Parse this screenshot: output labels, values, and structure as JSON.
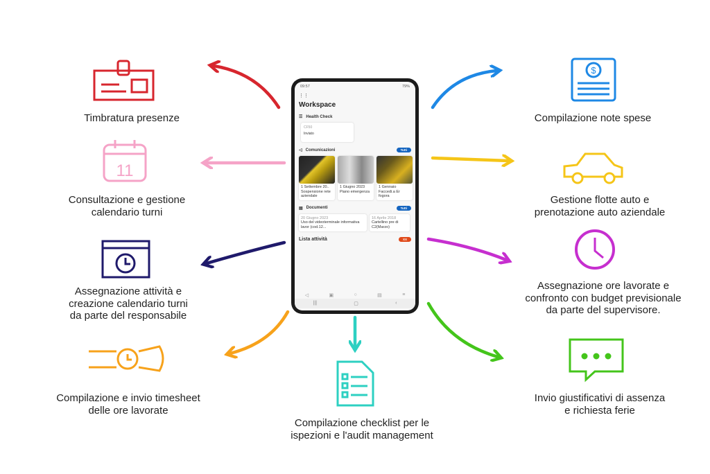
{
  "features": {
    "left": [
      {
        "label": [
          "Timbratura presenze"
        ],
        "color": "#d7262e",
        "icon": "badge-icon"
      },
      {
        "label": [
          "Consultazione e gestione",
          "calendario turni"
        ],
        "color": "#f5a3c7",
        "icon": "calendar-icon"
      },
      {
        "label": [
          "Assegnazione attività e",
          "creazione calendario turni",
          "da parte del responsabile"
        ],
        "color": "#1f1a6b",
        "icon": "monitor-clock-icon"
      },
      {
        "label": [
          "Compilazione e invio timesheet",
          "delle ore lavorate"
        ],
        "color": "#f7a21b",
        "icon": "wristwatch-icon"
      }
    ],
    "bottom": {
      "label": [
        "Compilazione checklist per le",
        "ispezioni e l'audit management"
      ],
      "color": "#2dd0c2",
      "icon": "checklist-icon"
    },
    "right": [
      {
        "label": [
          "Compilazione note spese"
        ],
        "color": "#1e88e5",
        "icon": "banknote-icon"
      },
      {
        "label": [
          "Gestione flotte auto e",
          "prenotazione auto aziendale"
        ],
        "color": "#f5c518",
        "icon": "car-icon"
      },
      {
        "label": [
          "Assegnazione ore lavorate e",
          "confronto con budget previsionale",
          "da parte del supervisore."
        ],
        "color": "#c62fcf",
        "icon": "clock-icon"
      },
      {
        "label": [
          "Invio giustificativi di assenza",
          "e richiesta ferie"
        ],
        "color": "#44c51b",
        "icon": "chat-icon"
      }
    ]
  },
  "phone": {
    "time": "09:57",
    "battery": "79%",
    "title": "Workspace",
    "health": {
      "label": "Health Check",
      "card_code": "CF50",
      "card_status": "Inviato"
    },
    "comms": {
      "label": "Comunicazioni",
      "all": "Tutti",
      "items": [
        {
          "date": "1 Settembre 20..",
          "text": "Sospensione rete aziendale"
        },
        {
          "date": "1 Giugno 2023",
          "text": "Piano emergenza"
        },
        {
          "date": "1 Gennaio",
          "text": "Faccedi.a Er fogora"
        }
      ]
    },
    "docs": {
      "label": "Documenti",
      "all": "Tutti",
      "items": [
        {
          "date": "20 Giugno 2023",
          "text": "Uso del videoterminale informativa lavor (cod.12..."
        },
        {
          "date": "16 Aprile 2018",
          "text": "Cartellino pre di C2(Marzo)"
        }
      ]
    },
    "tasks": {
      "label": "Lista attività",
      "badge": "XX"
    }
  }
}
